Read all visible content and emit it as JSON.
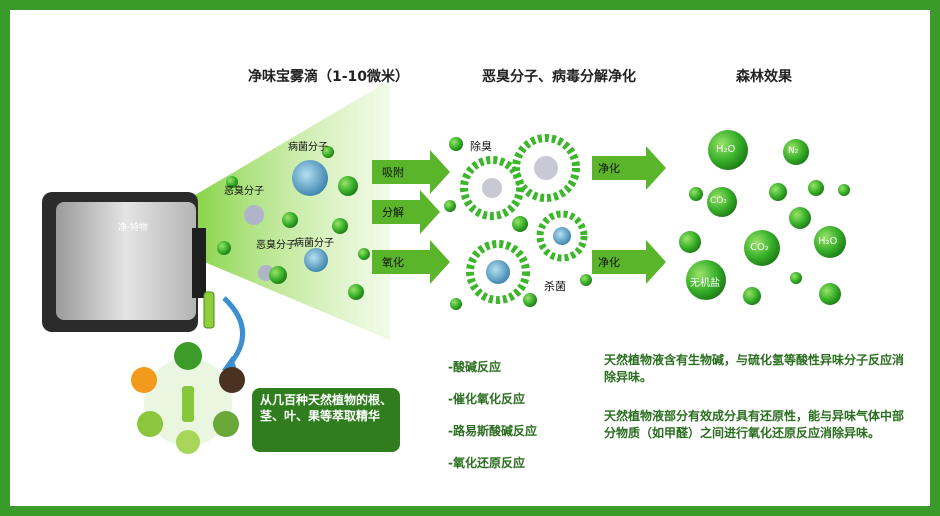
{
  "headers": {
    "spray": "净味宝雾滴（1-10微米）",
    "decompose": "恶臭分子、病毒分解净化",
    "forest": "森林效果"
  },
  "device": {
    "brand_text": "净·特物"
  },
  "labels": {
    "bacteria_top": "病菌分子",
    "odor_left": "恶臭分子",
    "odor_bottom": "恶臭分子",
    "bacteria_bottom": "病菌分子",
    "deodor": "除臭",
    "sterilize": "杀菌"
  },
  "arrows": {
    "adsorb": "吸附",
    "decompose": "分解",
    "oxidize": "氧化",
    "purify_top": "净化",
    "purify_bottom": "净化"
  },
  "molecules": {
    "h2o_a": "H₂O",
    "n2": "N₂",
    "co2_a": "CO₂",
    "co2_b": "CO₂",
    "h2o_b": "H₂O",
    "salt": "无机盐"
  },
  "extract_box": "从几百种天然植物的根、茎、叶、果等萃取精华",
  "reactions": [
    "-酸碱反应",
    "-催化氧化反应",
    "-路易斯酸碱反应",
    "-氧化还原反应"
  ],
  "paragraphs": [
    "天然植物液含有生物碱，与硫化氢等酸性异味分子反应消除异味。",
    "天然植物液部分有效成分具有还原性，能与异味气体中部分物质（如甲醛）之间进行氧化还原反应消除异味。"
  ],
  "colors": {
    "frame": "#3a9a2a",
    "arrow_green": "#5ab52a",
    "text_green": "#2a6e1f",
    "ball_green": "#3cb62a",
    "virus_blue": "#3d8bb5"
  }
}
